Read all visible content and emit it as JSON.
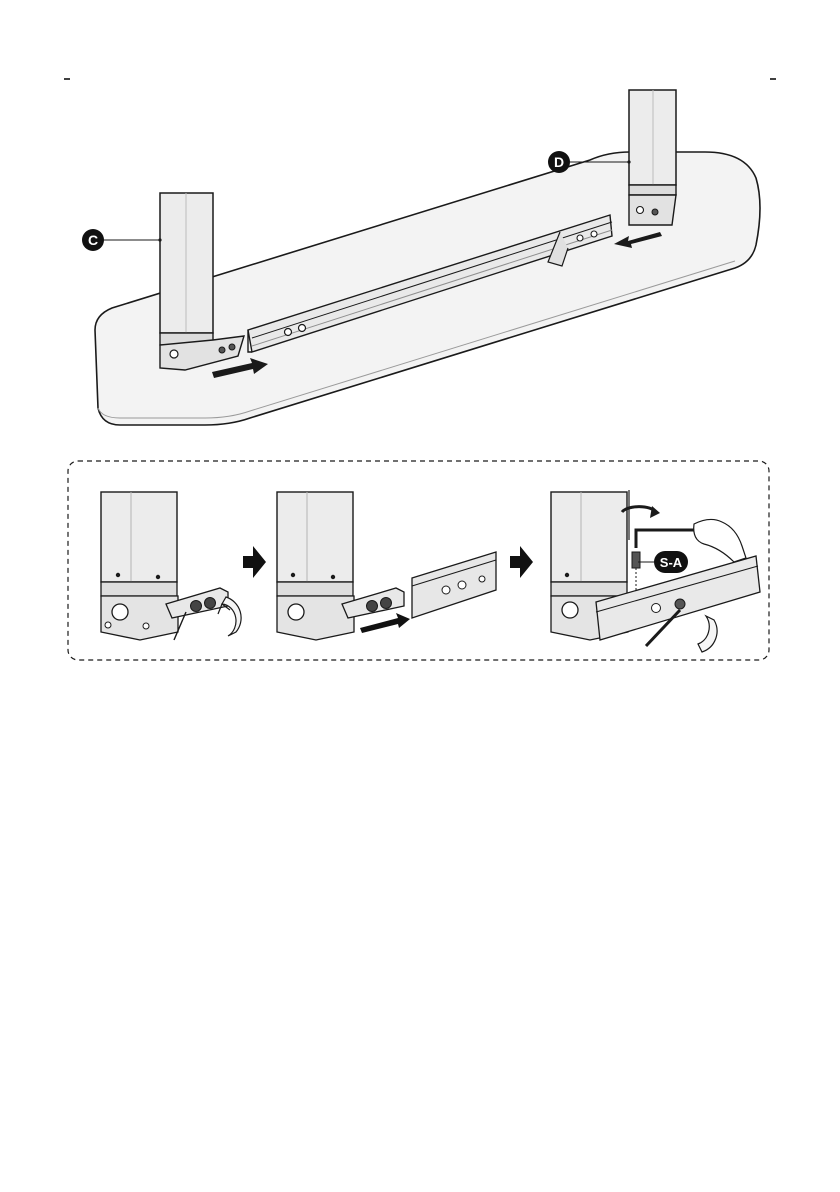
{
  "page": {
    "background": "#ffffff",
    "ink": "#1a1a1a",
    "part_fill": "#e8e8e8",
    "part_shade": "#c9c9c9",
    "label_fill": "#111111"
  },
  "overview": {
    "leg_left": {
      "label": "C",
      "icon": "leg-c-callout-icon"
    },
    "leg_right": {
      "label": "D",
      "icon": "leg-d-callout-icon"
    },
    "crossbar": {
      "icon": "crossbar-icon"
    },
    "desktop": {
      "icon": "desktop-panel-icon"
    },
    "arrows": [
      "arrow-right-icon",
      "arrow-left-icon"
    ]
  },
  "detail_panel": {
    "steps": [
      {
        "id": "step-1",
        "icon": "loosen-screw-icon"
      },
      {
        "id": "step-2",
        "icon": "slide-crossbar-icon"
      },
      {
        "id": "step-3",
        "icon": "tighten-screw-icon",
        "part_label": "S-A"
      }
    ],
    "step_arrow_icon": "next-step-arrow-icon",
    "tool_icon": "allen-key-icon"
  }
}
